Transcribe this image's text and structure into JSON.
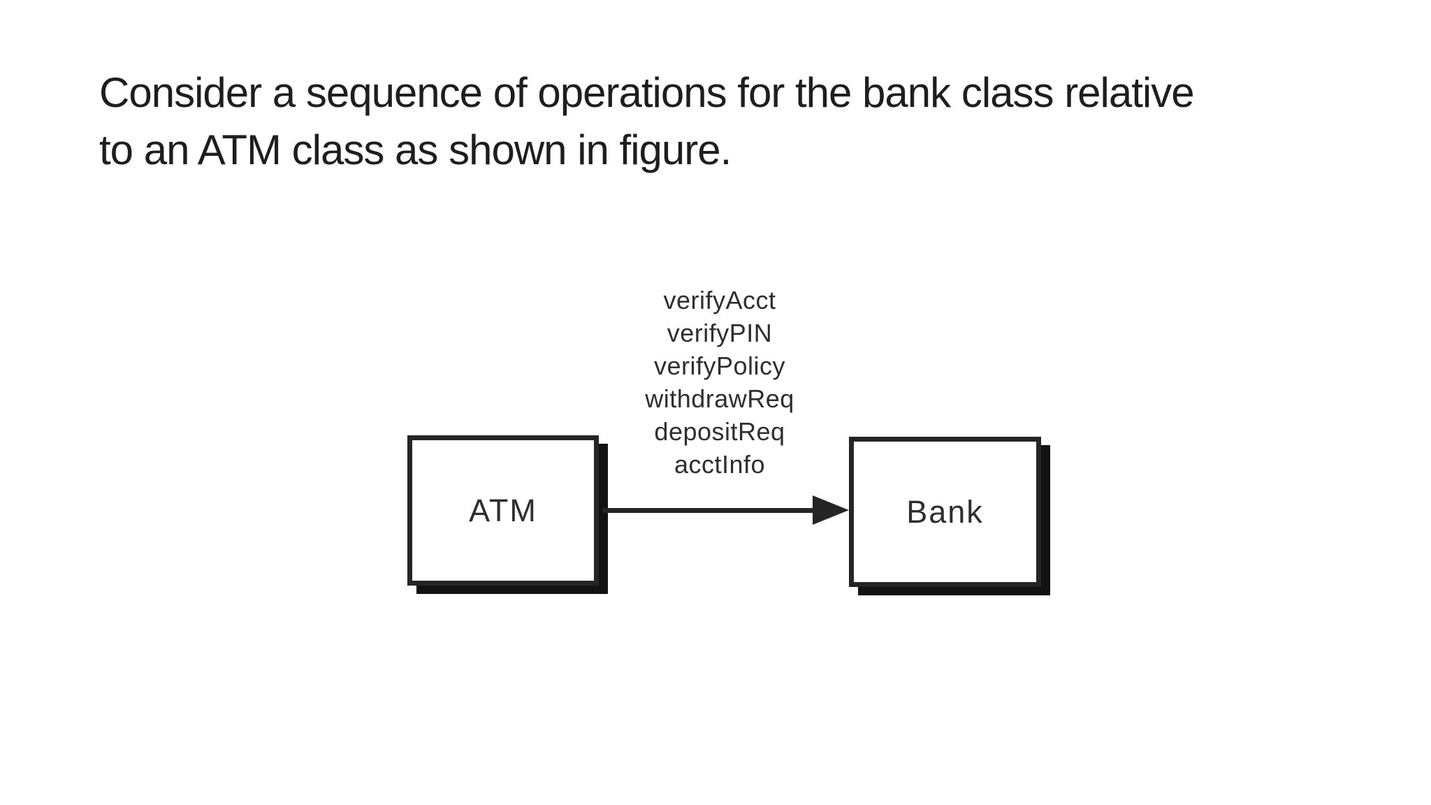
{
  "page": {
    "background_color": "#ffffff",
    "text_color": "#1e1e1e"
  },
  "title": {
    "lines": [
      "Consider a sequence of operations for the bank class relative",
      "to an ATM class as shown in figure."
    ]
  },
  "diagram": {
    "source_class": {
      "label": "ATM"
    },
    "target_class": {
      "label": "Bank"
    },
    "operations": [
      "verifyAcct",
      "verifyPIN",
      "verifyPolicy",
      "withdrawReq",
      "depositReq",
      "acctInfo"
    ],
    "arrow": {
      "direction": "left-to-right",
      "from": "ATM",
      "to": "Bank"
    },
    "colors": {
      "box_border": "#252525",
      "box_fill": "#ffffff",
      "box_shadow": "#121212",
      "arrow": "#252525",
      "label_text": "#2e2e2e"
    }
  }
}
